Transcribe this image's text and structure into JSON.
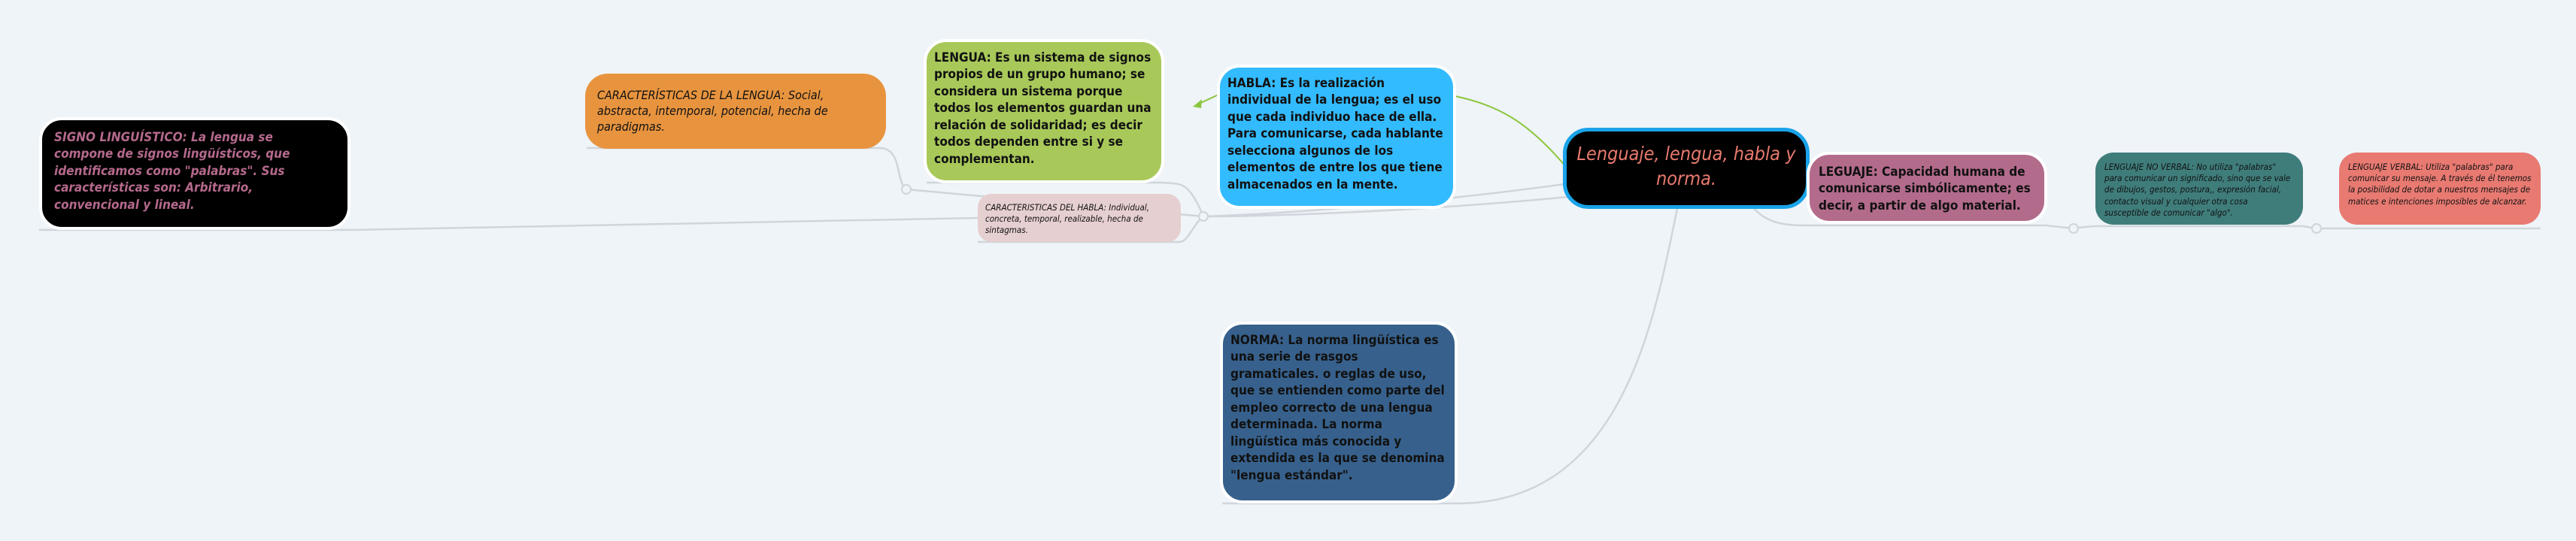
{
  "colors": {
    "background": "#eff4f8",
    "center": "#000000",
    "center_border": "#1aa3e8",
    "center_text": "#e87a6e",
    "lengua": "#a8c95a",
    "habla": "#33bbff",
    "norma": "#37618c",
    "leguaje": "#b36b8c",
    "caracteristicas_lengua": "#e8943f",
    "caracteristicas_habla": "#e6cfd0",
    "signo": "#000000",
    "signo_text": "#b5698c",
    "no_verbal": "#3f7d7b",
    "verbal": "#e87a72",
    "connector": "#cfd5da",
    "arrow": "#8cc63f"
  },
  "center": {
    "title": "Lenguaje, lengua, habla y norma."
  },
  "nodes": {
    "signo": "SIGNO LINGUÍSTICO: La lengua se compone de signos lingüísticos, que identificamos como \"palabras\". Sus características son: Arbitrario, convencional y lineal.",
    "caracteristicas_lengua": "CARACTERÍSTICAS DE LA LENGUA: Social, abstracta, intemporal, potencial, hecha de paradigmas.",
    "lengua": "LENGUA: Es un sistema de signos propios de un grupo humano; se considera un sistema porque todos los elementos guardan una relación de solidaridad; es decir todos dependen entre si y se complementan.",
    "caracteristicas_habla": "CARACTERISTICAS DEL HABLA: Individual, concreta, temporal, realizable, hecha de sintagmas.",
    "habla": "HABLA: Es la realización individual de la lengua; es el uso que cada individuo hace de ella. Para comunicarse, cada hablante selecciona algunos de los elementos de entre los que tiene almacenados en la mente.",
    "leguaje": "LEGUAJE: Capacidad humana de comunicarse simbólicamente; es decir, a partir de algo material.",
    "no_verbal": "LENGUAJE NO VERBAL: No utiliza \"palabras\" para comunicar un significado, sino que se vale de dibujos, gestos, postura,, expresión facial, contacto visual y cualquier otra cosa susceptible de comunicar \"algo\".",
    "verbal": "LENGUAJE VERBAL: Utiliza \"palabras\" para comunicar su mensaje. A través de él tenemos la posibilidad de dotar a nuestros mensajes de matices e intenciones imposibles de alcanzar.",
    "norma": "NORMA: La norma lingüística es una serie de rasgos gramaticales. o reglas de uso, que se entienden como parte del empleo correcto de una lengua determinada. La norma lingüística más conocida y extendida es la que se denomina \"lengua estándar\"."
  }
}
